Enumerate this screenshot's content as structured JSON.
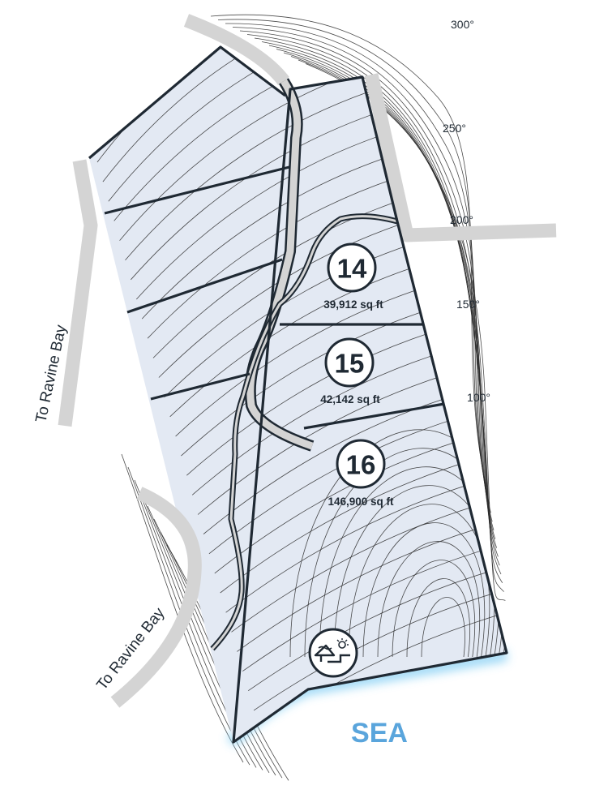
{
  "map": {
    "lots": [
      {
        "number": "14",
        "area": "39,912 sq ft"
      },
      {
        "number": "15",
        "area": "42,142 sq ft"
      },
      {
        "number": "16",
        "area": "146,900 sq ft"
      }
    ],
    "elevations": [
      "300°",
      "250°",
      "200°",
      "150°",
      "100°"
    ],
    "roads": [
      "To Ravine Bay",
      "To Ravine Bay"
    ],
    "water": "SEA",
    "icons": [
      "beach-access-icon"
    ],
    "colors": {
      "parcel_fill": "#e3e9f3",
      "road": "#d4d4d4",
      "boundary": "#1f2933",
      "sea": "#5aa5dc",
      "shore_glow": "#8fd3f5"
    }
  }
}
